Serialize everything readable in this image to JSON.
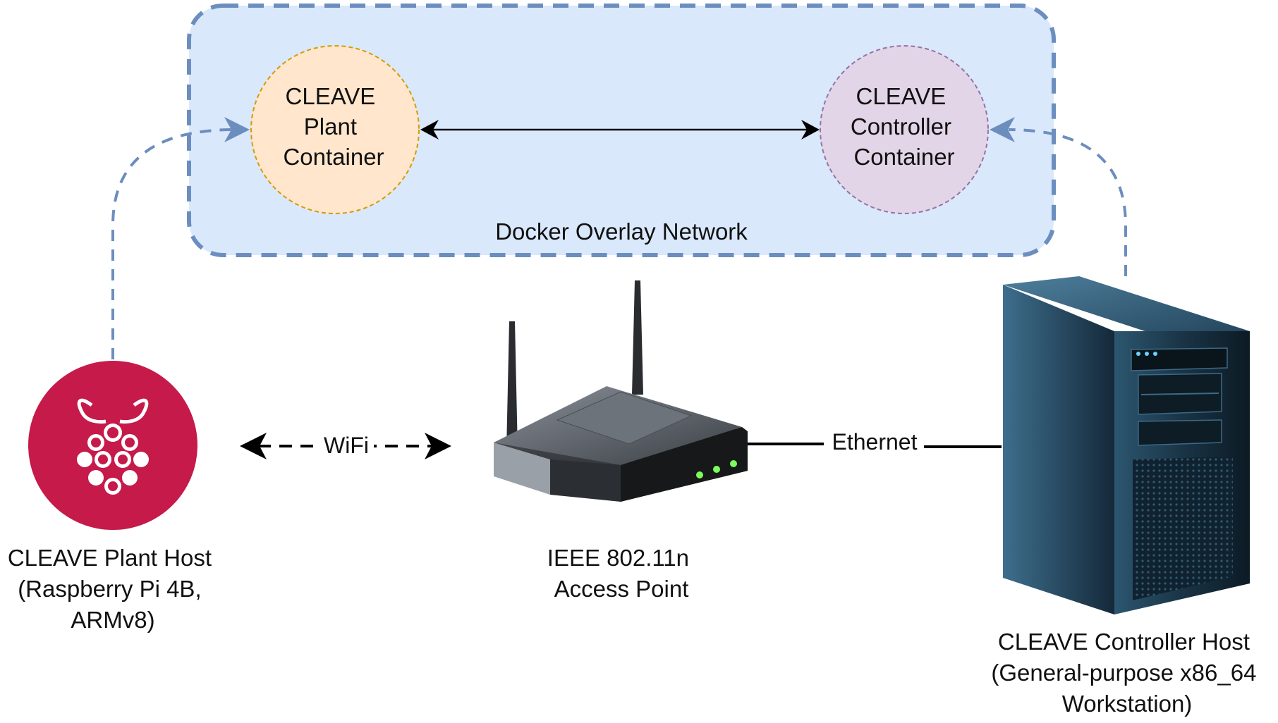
{
  "overlay_network": {
    "label": "Docker Overlay Network",
    "fill": "#dae8fc",
    "stroke": "#6c8ebf"
  },
  "plant_container": {
    "lines": [
      "CLEAVE",
      "Plant",
      "Container"
    ],
    "fill": "#ffe6cc",
    "stroke": "#d79b00"
  },
  "controller_container": {
    "lines": [
      "CLEAVE",
      "Controller",
      "Container"
    ],
    "fill": "#e1d5e7",
    "stroke": "#9673a6"
  },
  "plant_host": {
    "lines": [
      "CLEAVE Plant Host",
      "(Raspberry Pi 4B,",
      "ARMv8)"
    ],
    "icon": "raspberry-pi-icon",
    "icon_color": "#c51a4a"
  },
  "access_point": {
    "lines": [
      "IEEE 802.11n",
      "Access Point"
    ],
    "icon": "wireless-router-icon"
  },
  "controller_host": {
    "lines": [
      "CLEAVE Controller Host",
      "(General-purpose x86_64",
      "Workstation)"
    ],
    "icon": "tower-server-icon"
  },
  "links": {
    "wifi_label": "WiFi",
    "ethernet_label": "Ethernet"
  }
}
